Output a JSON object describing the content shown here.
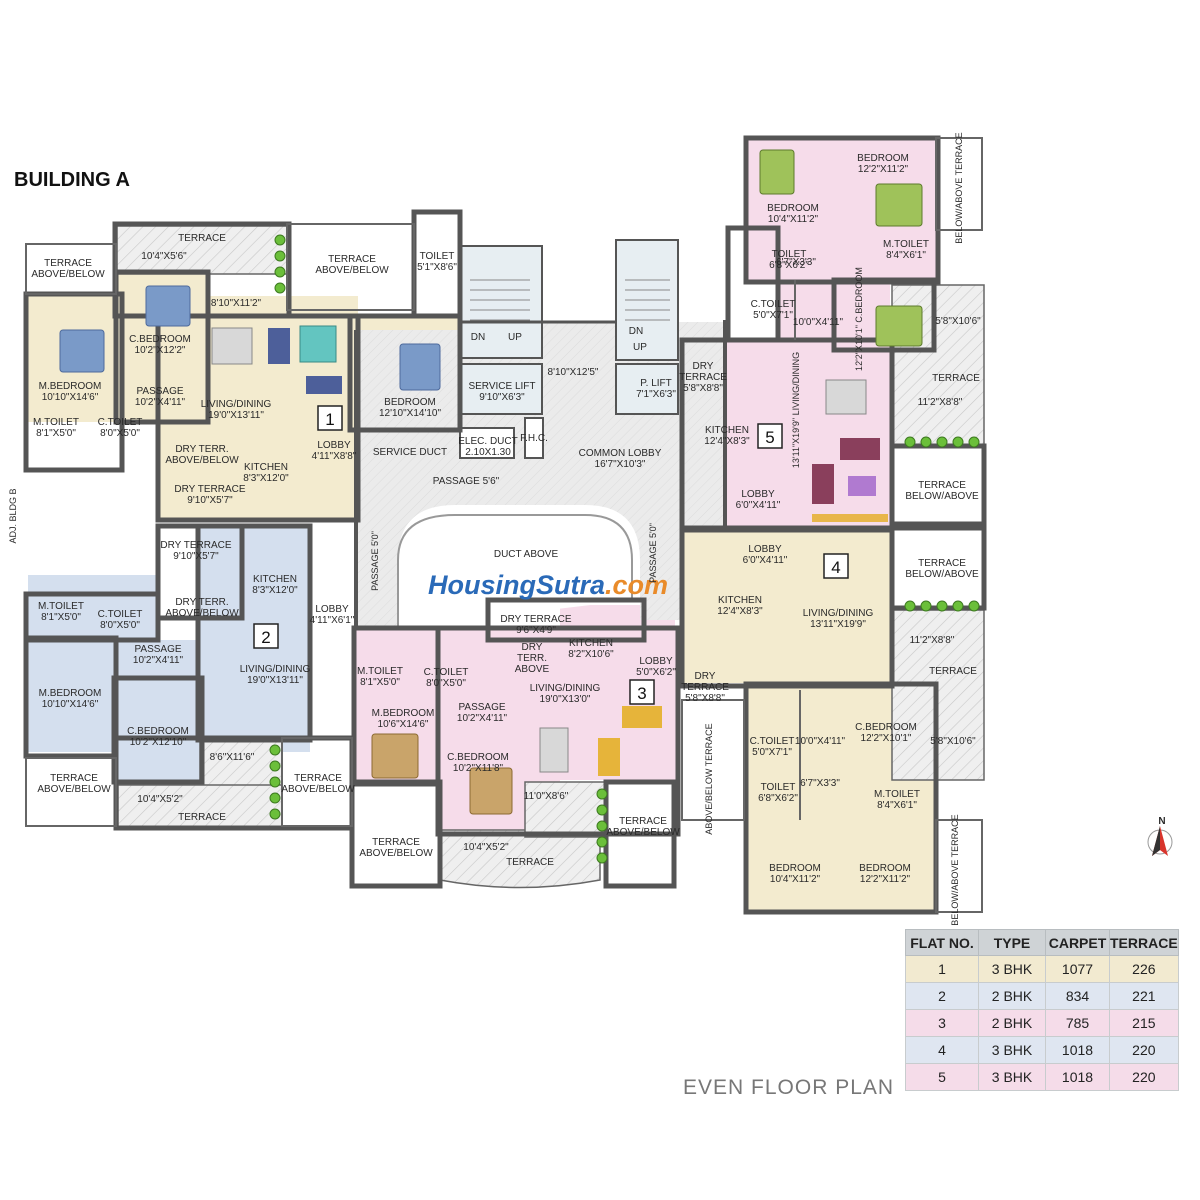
{
  "building_title": "BUILDING A",
  "caption": "EVEN FLOOR PLAN",
  "adjacent_label": "ADJ. BLDG B",
  "watermark": {
    "part1": "HousingSutra",
    "part2": ".com"
  },
  "flat_numbers": [
    "1",
    "2",
    "3",
    "4",
    "5"
  ],
  "north_label": "N",
  "rooms": [
    {
      "lines": [
        "TERRACE",
        "ABOVE/BELOW"
      ]
    },
    {
      "lines": [
        "TERRACE"
      ]
    },
    {
      "lines": [
        "10'4\"X5'6\""
      ]
    },
    {
      "lines": [
        "8'10\"X11'2\""
      ]
    },
    {
      "lines": [
        "TERRACE",
        "ABOVE/BELOW"
      ]
    },
    {
      "lines": [
        "TOILET",
        "5'1\"X8'6\""
      ]
    },
    {
      "lines": [
        "C.BEDROOM",
        "10'2\"X12'2\""
      ]
    },
    {
      "lines": [
        "M.BEDROOM",
        "10'10\"X14'6\""
      ]
    },
    {
      "lines": [
        "PASSAGE",
        "10'2\"X4'11\""
      ]
    },
    {
      "lines": [
        "LIVING/DINING",
        "19'0\"X13'11\""
      ]
    },
    {
      "lines": [
        "BEDROOM",
        "12'10\"X14'10\""
      ]
    },
    {
      "lines": [
        "M.TOILET",
        "8'1\"X5'0\""
      ]
    },
    {
      "lines": [
        "C.TOILET",
        "8'0\"X5'0\""
      ]
    },
    {
      "lines": [
        "DRY TERR.",
        "ABOVE/BELOW"
      ]
    },
    {
      "lines": [
        "LOBBY",
        "4'11\"X8'8\""
      ]
    },
    {
      "lines": [
        "KITCHEN",
        "8'3\"X12'0\""
      ]
    },
    {
      "lines": [
        "DRY TERRACE",
        "9'10\"X5'7\""
      ]
    },
    {
      "lines": [
        "SERVICE DUCT"
      ]
    },
    {
      "lines": [
        "DN"
      ]
    },
    {
      "lines": [
        "UP"
      ]
    },
    {
      "lines": [
        "SERVICE LIFT",
        "9'10\"X6'3\""
      ]
    },
    {
      "lines": [
        "ELEC. DUCT",
        "2.10X1.30"
      ]
    },
    {
      "lines": [
        "F.H.C."
      ]
    },
    {
      "lines": [
        "8'10\"X12'5\""
      ]
    },
    {
      "lines": [
        "DN"
      ]
    },
    {
      "lines": [
        "UP"
      ]
    },
    {
      "lines": [
        "P. LIFT",
        "7'1\"X6'3\""
      ]
    },
    {
      "lines": [
        "COMMON LOBBY",
        "16'7\"X10'3\""
      ]
    },
    {
      "lines": [
        "PASSAGE 5'6\""
      ]
    },
    {
      "lines": [
        "DUCT ABOVE"
      ]
    },
    {
      "lines": [
        "DRY TERRACE",
        "9'10\"X5'7\""
      ]
    },
    {
      "lines": [
        "DRY TERR.",
        "ABOVE/BELOW"
      ]
    },
    {
      "lines": [
        "KITCHEN",
        "8'3\"X12'0\""
      ]
    },
    {
      "lines": [
        "LOBBY",
        "4'11\"X6'1\""
      ]
    },
    {
      "lines": [
        "M.TOILET",
        "8'1\"X5'0\""
      ]
    },
    {
      "lines": [
        "C.TOILET",
        "8'0\"X5'0\""
      ]
    },
    {
      "lines": [
        "PASSAGE",
        "10'2\"X4'11\""
      ]
    },
    {
      "lines": [
        "LIVING/DINING",
        "19'0\"X13'11\""
      ]
    },
    {
      "lines": [
        "M.BEDROOM",
        "10'10\"X14'6\""
      ]
    },
    {
      "lines": [
        "C.BEDROOM",
        "10'2\"X12'10\""
      ]
    },
    {
      "lines": [
        "8'6\"X11'6\""
      ]
    },
    {
      "lines": [
        "TERRACE",
        "ABOVE/BELOW"
      ]
    },
    {
      "lines": [
        "TERRACE",
        "ABOVE/BELOW"
      ]
    },
    {
      "lines": [
        "10'4\"X5'2\""
      ]
    },
    {
      "lines": [
        "TERRACE"
      ]
    },
    {
      "lines": [
        "DRY TERRACE",
        "9'6\"X4'9\""
      ]
    },
    {
      "lines": [
        "DRY",
        "TERR.",
        "ABOVE"
      ]
    },
    {
      "lines": [
        "KITCHEN",
        "8'2\"X10'6\""
      ]
    },
    {
      "lines": [
        "LOBBY",
        "5'0\"X6'2\""
      ]
    },
    {
      "lines": [
        "M.TOILET",
        "8'1\"X5'0\""
      ]
    },
    {
      "lines": [
        "C.TOILET",
        "8'0\"X5'0\""
      ]
    },
    {
      "lines": [
        "LIVING/DINING",
        "19'0\"X13'0\""
      ]
    },
    {
      "lines": [
        "M.BEDROOM",
        "10'6\"X14'6\""
      ]
    },
    {
      "lines": [
        "PASSAGE",
        "10'2\"X4'11\""
      ]
    },
    {
      "lines": [
        "C.BEDROOM",
        "10'2\"X11'8\""
      ]
    },
    {
      "lines": [
        "11'0\"X8'6\""
      ]
    },
    {
      "lines": [
        "TERRACE",
        "ABOVE/BELOW"
      ]
    },
    {
      "lines": [
        "10'4\"X5'2\""
      ]
    },
    {
      "lines": [
        "TERRACE"
      ]
    },
    {
      "lines": [
        "TERRACE",
        "ABOVE/BELOW"
      ]
    },
    {
      "lines": [
        "BEDROOM",
        "12'2\"X11'2\""
      ]
    },
    {
      "lines": [
        "BEDROOM",
        "10'4\"X11'2\""
      ]
    },
    {
      "lines": [
        "TOILET",
        "6'8\"X6'2\""
      ]
    },
    {
      "lines": [
        "M.TOILET",
        "8'4\"X6'1\""
      ]
    },
    {
      "lines": [
        "6'7\"X3'3\""
      ]
    },
    {
      "lines": [
        "C.TOILET",
        "5'0\"X7'1\""
      ]
    },
    {
      "lines": [
        "10'0\"X4'11\""
      ]
    },
    {
      "lines": [
        "5'8\"X10'6\""
      ]
    },
    {
      "lines": [
        "DRY",
        "TERRACE",
        "5'8\"X8'8\""
      ]
    },
    {
      "lines": [
        "TERRACE"
      ]
    },
    {
      "lines": [
        "11'2\"X8'8\""
      ]
    },
    {
      "lines": [
        "KITCHEN",
        "12'4\"X8'3\""
      ]
    },
    {
      "lines": [
        "LOBBY",
        "6'0\"X4'11\""
      ]
    },
    {
      "lines": [
        "TERRACE",
        "BELOW/ABOVE"
      ]
    },
    {
      "lines": [
        "LOBBY",
        "6'0\"X4'11\""
      ]
    },
    {
      "lines": [
        "TERRACE",
        "BELOW/ABOVE"
      ]
    },
    {
      "lines": [
        "KITCHEN",
        "12'4\"X8'3\""
      ]
    },
    {
      "lines": [
        "LIVING/DINING",
        "13'11\"X19'9\""
      ]
    },
    {
      "lines": [
        "DRY",
        "TERRACE",
        "5'8\"X8'8\""
      ]
    },
    {
      "lines": [
        "11'2\"X8'8\""
      ]
    },
    {
      "lines": [
        "TERRACE"
      ]
    },
    {
      "lines": [
        "C.TOILET",
        "5'0\"X7'1\""
      ]
    },
    {
      "lines": [
        "C.BEDROOM",
        "12'2\"X10'1\""
      ]
    },
    {
      "lines": [
        "5'8\"X10'6\""
      ]
    },
    {
      "lines": [
        "10'0\"X4'11\""
      ]
    },
    {
      "lines": [
        "TOILET",
        "6'8\"X6'2\""
      ]
    },
    {
      "lines": [
        "M.TOILET",
        "8'4\"X6'1\""
      ]
    },
    {
      "lines": [
        "6'7\"X3'3\""
      ]
    },
    {
      "lines": [
        "BEDROOM",
        "10'4\"X11'2\""
      ]
    },
    {
      "lines": [
        "BEDROOM",
        "12'2\"X11'2\""
      ]
    }
  ],
  "vertical_labels": [
    {
      "text": "BELOW/ABOVE TERRACE"
    },
    {
      "text": "PASSAGE 5'0\""
    },
    {
      "text": "PASSAGE 5'0\""
    },
    {
      "text": "13'11\"X19'9\" LIVING/DINING"
    },
    {
      "text": "12'2\"X10'1\" C.BEDROOM"
    },
    {
      "text": "ABOVE/BELOW TERRACE"
    },
    {
      "text": "BELOW/ABOVE TERRACE"
    }
  ],
  "flats_table": {
    "headers": [
      "FLAT NO.",
      "TYPE",
      "CARPET",
      "TERRACE"
    ],
    "rows": [
      {
        "flat": "1",
        "type": "3 BHK",
        "carpet": "1077",
        "terrace": "226",
        "color": "#f2ead0"
      },
      {
        "flat": "2",
        "type": "2 BHK",
        "carpet": "834",
        "terrace": "221",
        "color": "#dfe6f1"
      },
      {
        "flat": "3",
        "type": "2 BHK",
        "carpet": "785",
        "terrace": "215",
        "color": "#f5dce9"
      },
      {
        "flat": "4",
        "type": "3 BHK",
        "carpet": "1018",
        "terrace": "220",
        "color": "#dfe6f1"
      },
      {
        "flat": "5",
        "type": "3 BHK",
        "carpet": "1018",
        "terrace": "220",
        "color": "#f5dce9"
      }
    ]
  },
  "colors": {
    "flat1": "#f3ebcf",
    "flat2": "#d4dfee",
    "flat3": "#f6dcea",
    "flat4": "#f3ebcf",
    "flat5": "#f6dcea",
    "lobby": "#e9e9e9",
    "wall": "#555555"
  }
}
